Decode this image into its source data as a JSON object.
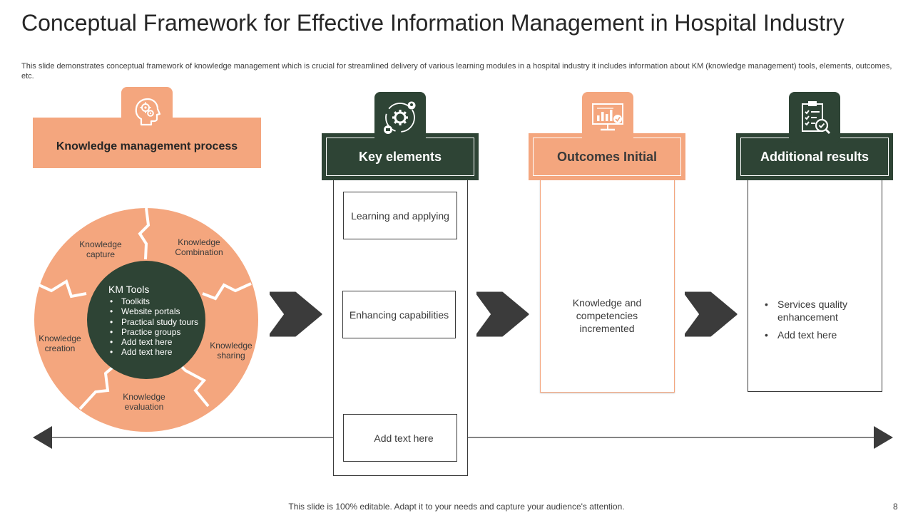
{
  "slide": {
    "title": "Conceptual Framework for Effective Information Management in Hospital Industry",
    "subtitle": "This slide demonstrates conceptual framework of knowledge management which is crucial for streamlined delivery of various learning modules in a hospital industry it includes information about KM (knowledge management) tools, elements, outcomes, etc.",
    "footer": "This slide is 100% editable. Adapt it to your needs and capture your audience's attention.",
    "page_number": "8"
  },
  "colors": {
    "accent_orange": "#f4a67e",
    "dark_green": "#2e4435",
    "arrow_gray": "#3b3b3b"
  },
  "process": {
    "label": "Knowledge management process",
    "icon": "head-gears-icon"
  },
  "wheel": {
    "segments": [
      "Knowledge capture",
      "Knowledge Combination",
      "Knowledge sharing",
      "Knowledge evaluation",
      "Knowledge creation"
    ],
    "center_title": "KM Tools",
    "tools": [
      "Toolkits",
      "Website portals",
      "Practical study tours",
      "Practice groups",
      "Add text here",
      "Add text here"
    ]
  },
  "columns": {
    "key_elements": {
      "title": "Key elements",
      "icon": "gear-cycle-icon",
      "items": [
        "Learning and applying",
        "Enhancing capabilities",
        "Add text here"
      ]
    },
    "outcomes_initial": {
      "title": "Outcomes Initial",
      "icon": "monitor-chart-icon",
      "text": "Knowledge and competencies incremented"
    },
    "additional_results": {
      "title": "Additional results",
      "icon": "clipboard-check-icon",
      "items": [
        "Services quality enhancement",
        "Add text here"
      ]
    }
  }
}
